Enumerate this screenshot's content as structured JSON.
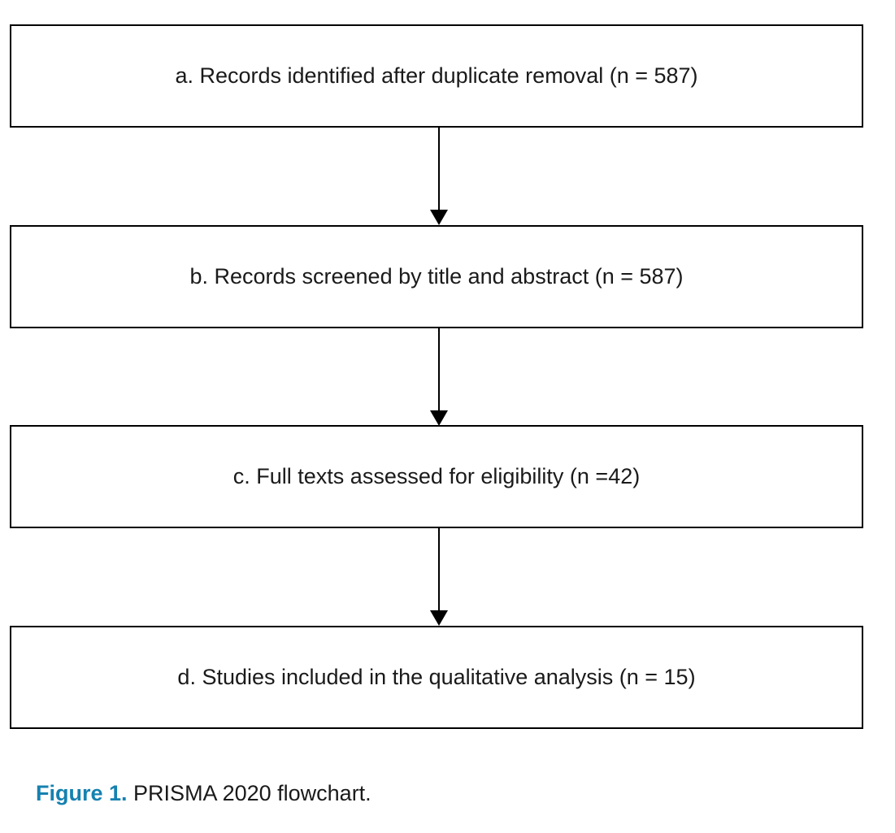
{
  "figure": {
    "caption_label": "Figure 1.",
    "caption_text": " PRISMA 2020 flowchart.",
    "caption_label_color": "#1581B0",
    "box_border_color": "#000000",
    "arrow_color": "#000000"
  },
  "flowchart": {
    "type": "vertical-flow",
    "boxes": [
      {
        "id": "a",
        "label": "a. Records identified after duplicate removal (n = 587)",
        "n": 587
      },
      {
        "id": "b",
        "label": "b. Records screened by title and abstract (n = 587)",
        "n": 587
      },
      {
        "id": "c",
        "label": "c. Full texts assessed for eligibility (n =42)",
        "n": 42
      },
      {
        "id": "d",
        "label": "d. Studies included in the qualitative analysis (n = 15)",
        "n": 15
      }
    ],
    "connectors": [
      {
        "from": "a",
        "to": "b"
      },
      {
        "from": "b",
        "to": "c"
      },
      {
        "from": "c",
        "to": "d"
      }
    ]
  }
}
